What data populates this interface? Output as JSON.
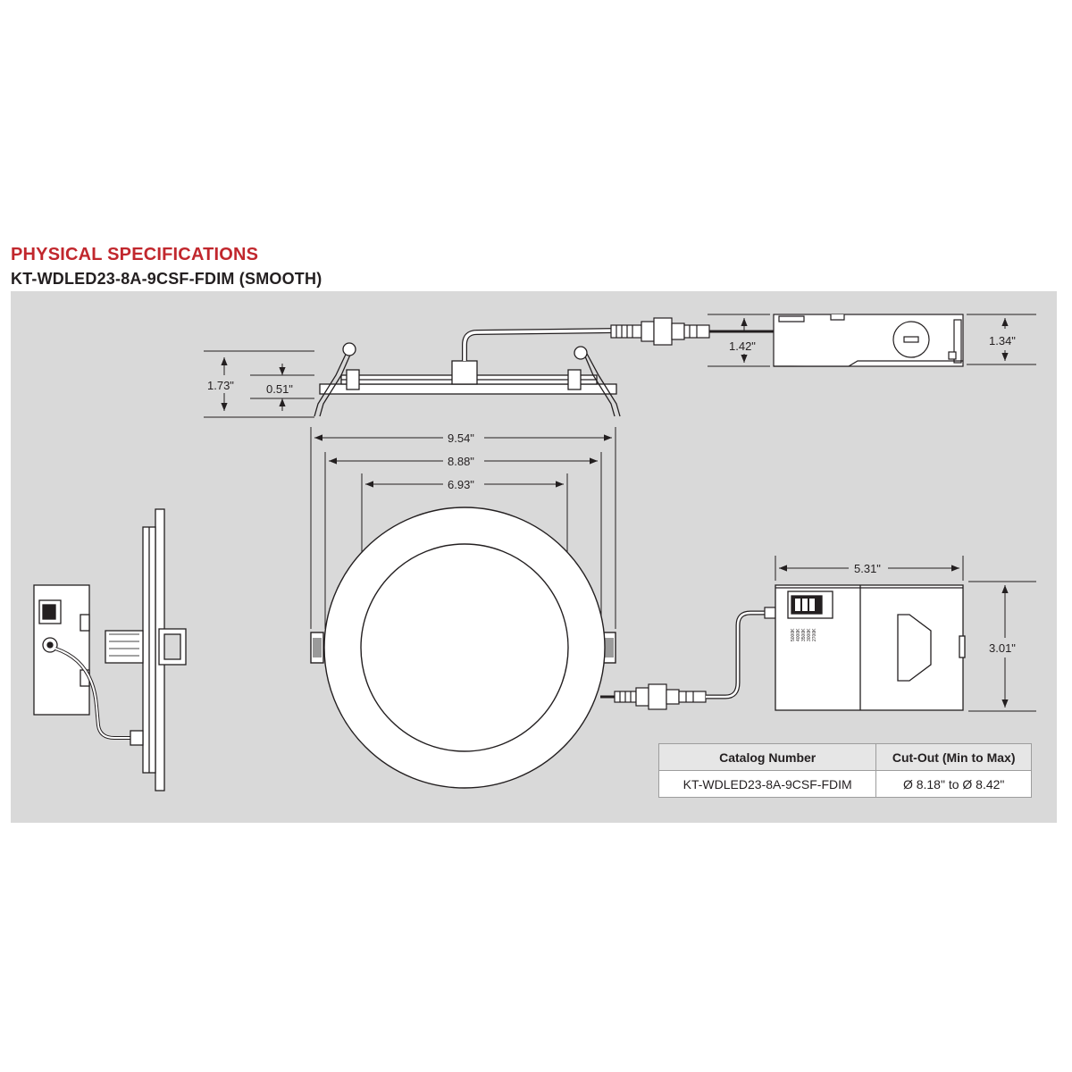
{
  "header": {
    "title": "PHYSICAL SPECIFICATIONS",
    "model": "KT-WDLED23-8A-9CSF-FDIM (SMOOTH)"
  },
  "dimensions": {
    "side_height": "1.73\"",
    "side_trim": "0.51\"",
    "driver_height_side": "1.42\"",
    "driver_height_end": "1.34\"",
    "outer_diameter": "9.54\"",
    "spring_width": "8.88\"",
    "lens_diameter": "6.93\"",
    "driver_length": "5.31\"",
    "driver_width": "3.01\""
  },
  "cct_switch": [
    "5000K",
    "4000K",
    "3500K",
    "3000K",
    "2700K"
  ],
  "table": {
    "headers": [
      "Catalog Number",
      "Cut-Out (Min to Max)"
    ],
    "rows": [
      [
        "KT-WDLED23-8A-9CSF-FDIM",
        "Ø 8.18\" to Ø 8.42\""
      ]
    ]
  },
  "colors": {
    "title": "#c1272d",
    "panel": "#d9d9d9",
    "line": "#231f20"
  }
}
